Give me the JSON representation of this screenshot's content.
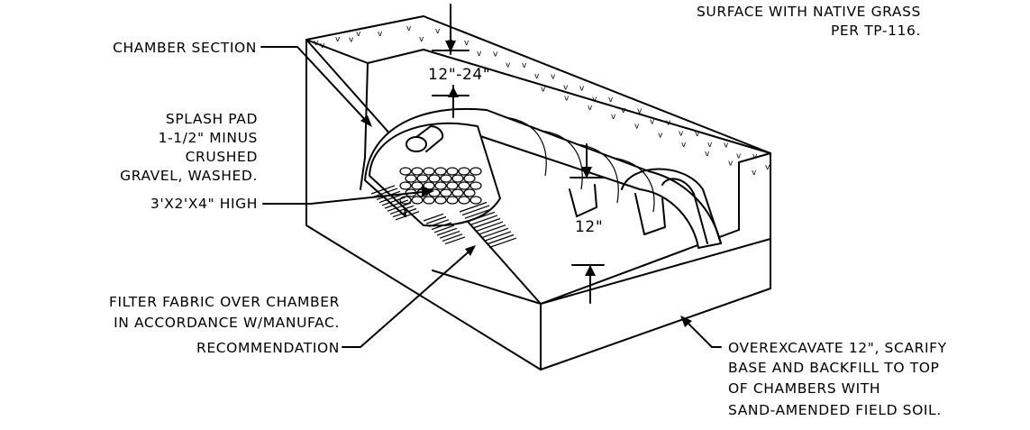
{
  "labels": {
    "chamber_section": "CHAMBER SECTION",
    "splash_pad": [
      "SPLASH PAD",
      "1-1/2\" MINUS",
      "CRUSHED",
      "GRAVEL, WASHED.",
      "3'X2'X4\" HIGH"
    ],
    "surface": [
      "SURFACE WITH NATIVE GRASS",
      "PER TP-116."
    ],
    "filter_fabric": [
      "FILTER FABRIC OVER CHAMBER",
      "IN ACCORDANCE W/MANUFAC.",
      "RECOMMENDATION"
    ],
    "overexcavate": [
      "OVEREXCAVATE 12\", SCARIFY",
      "BASE AND BACKFILL TO TOP",
      "OF CHAMBERS WITH",
      "SAND-AMENDED FIELD SOIL."
    ]
  },
  "dimensions": {
    "cover_depth": "12\"-24\"",
    "overexcavation_depth": "12\""
  }
}
